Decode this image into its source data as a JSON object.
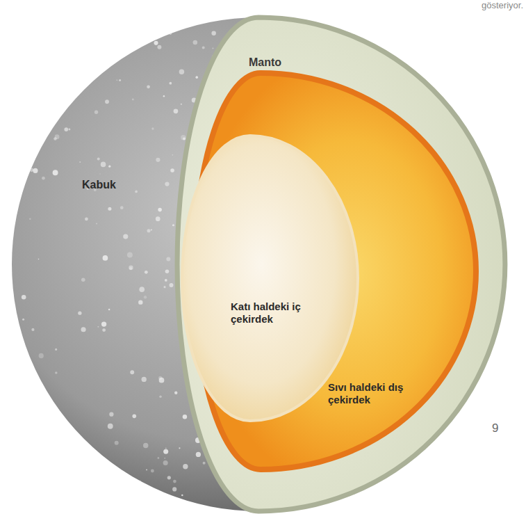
{
  "diagram": {
    "labels": [
      "gösteriyor.",
      "Manto",
      "Kabuk",
      "Katı haldeki iç çekirdek",
      "Sıvı haldeki dış çekirdek",
      "9"
    ]
  }
}
